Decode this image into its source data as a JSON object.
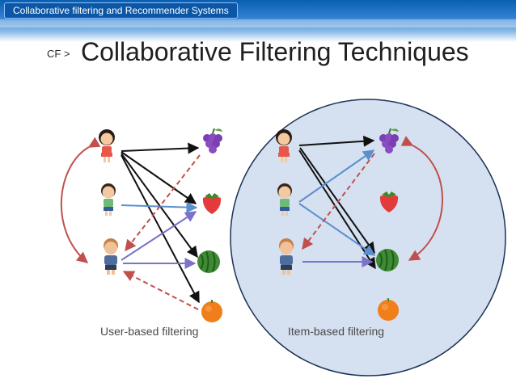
{
  "header": {
    "tag_label": "Collaborative filtering and Recommender Systems"
  },
  "title": {
    "prefix": "CF >",
    "main": "Collaborative Filtering Techniques"
  },
  "diagram": {
    "left_caption": "User-based filtering",
    "right_caption": "Item-based filtering",
    "colors": {
      "black": "#111111",
      "blue": "#5b8fcf",
      "purple": "#7a73c7",
      "red": "#c0504d",
      "circle": "#d5e0f0"
    },
    "icons": [
      "girl-icon",
      "boy-icon",
      "man-icon",
      "grape-icon",
      "strawberry-icon",
      "watermelon-icon",
      "orange-icon"
    ]
  }
}
